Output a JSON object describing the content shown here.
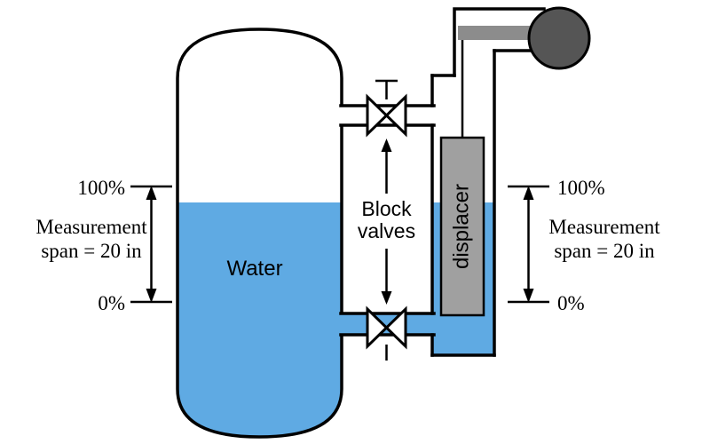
{
  "colors": {
    "background": "#ffffff",
    "outline": "#000000",
    "water": "#5FAAE3",
    "displacer": "#A0A0A0",
    "torque_bar": "#8C8C8C",
    "head": "#555555"
  },
  "labels": {
    "water": "Water",
    "block_line1": "Block",
    "block_line2": "valves",
    "displacer": "displacer"
  },
  "left_scale": {
    "top": "100%",
    "bottom": "0%",
    "span_line1": "Measurement",
    "span_line2": "span = 20 in"
  },
  "right_scale": {
    "top": "100%",
    "bottom": "0%",
    "span_line1": "Measurement",
    "span_line2": "span = 20 in"
  }
}
